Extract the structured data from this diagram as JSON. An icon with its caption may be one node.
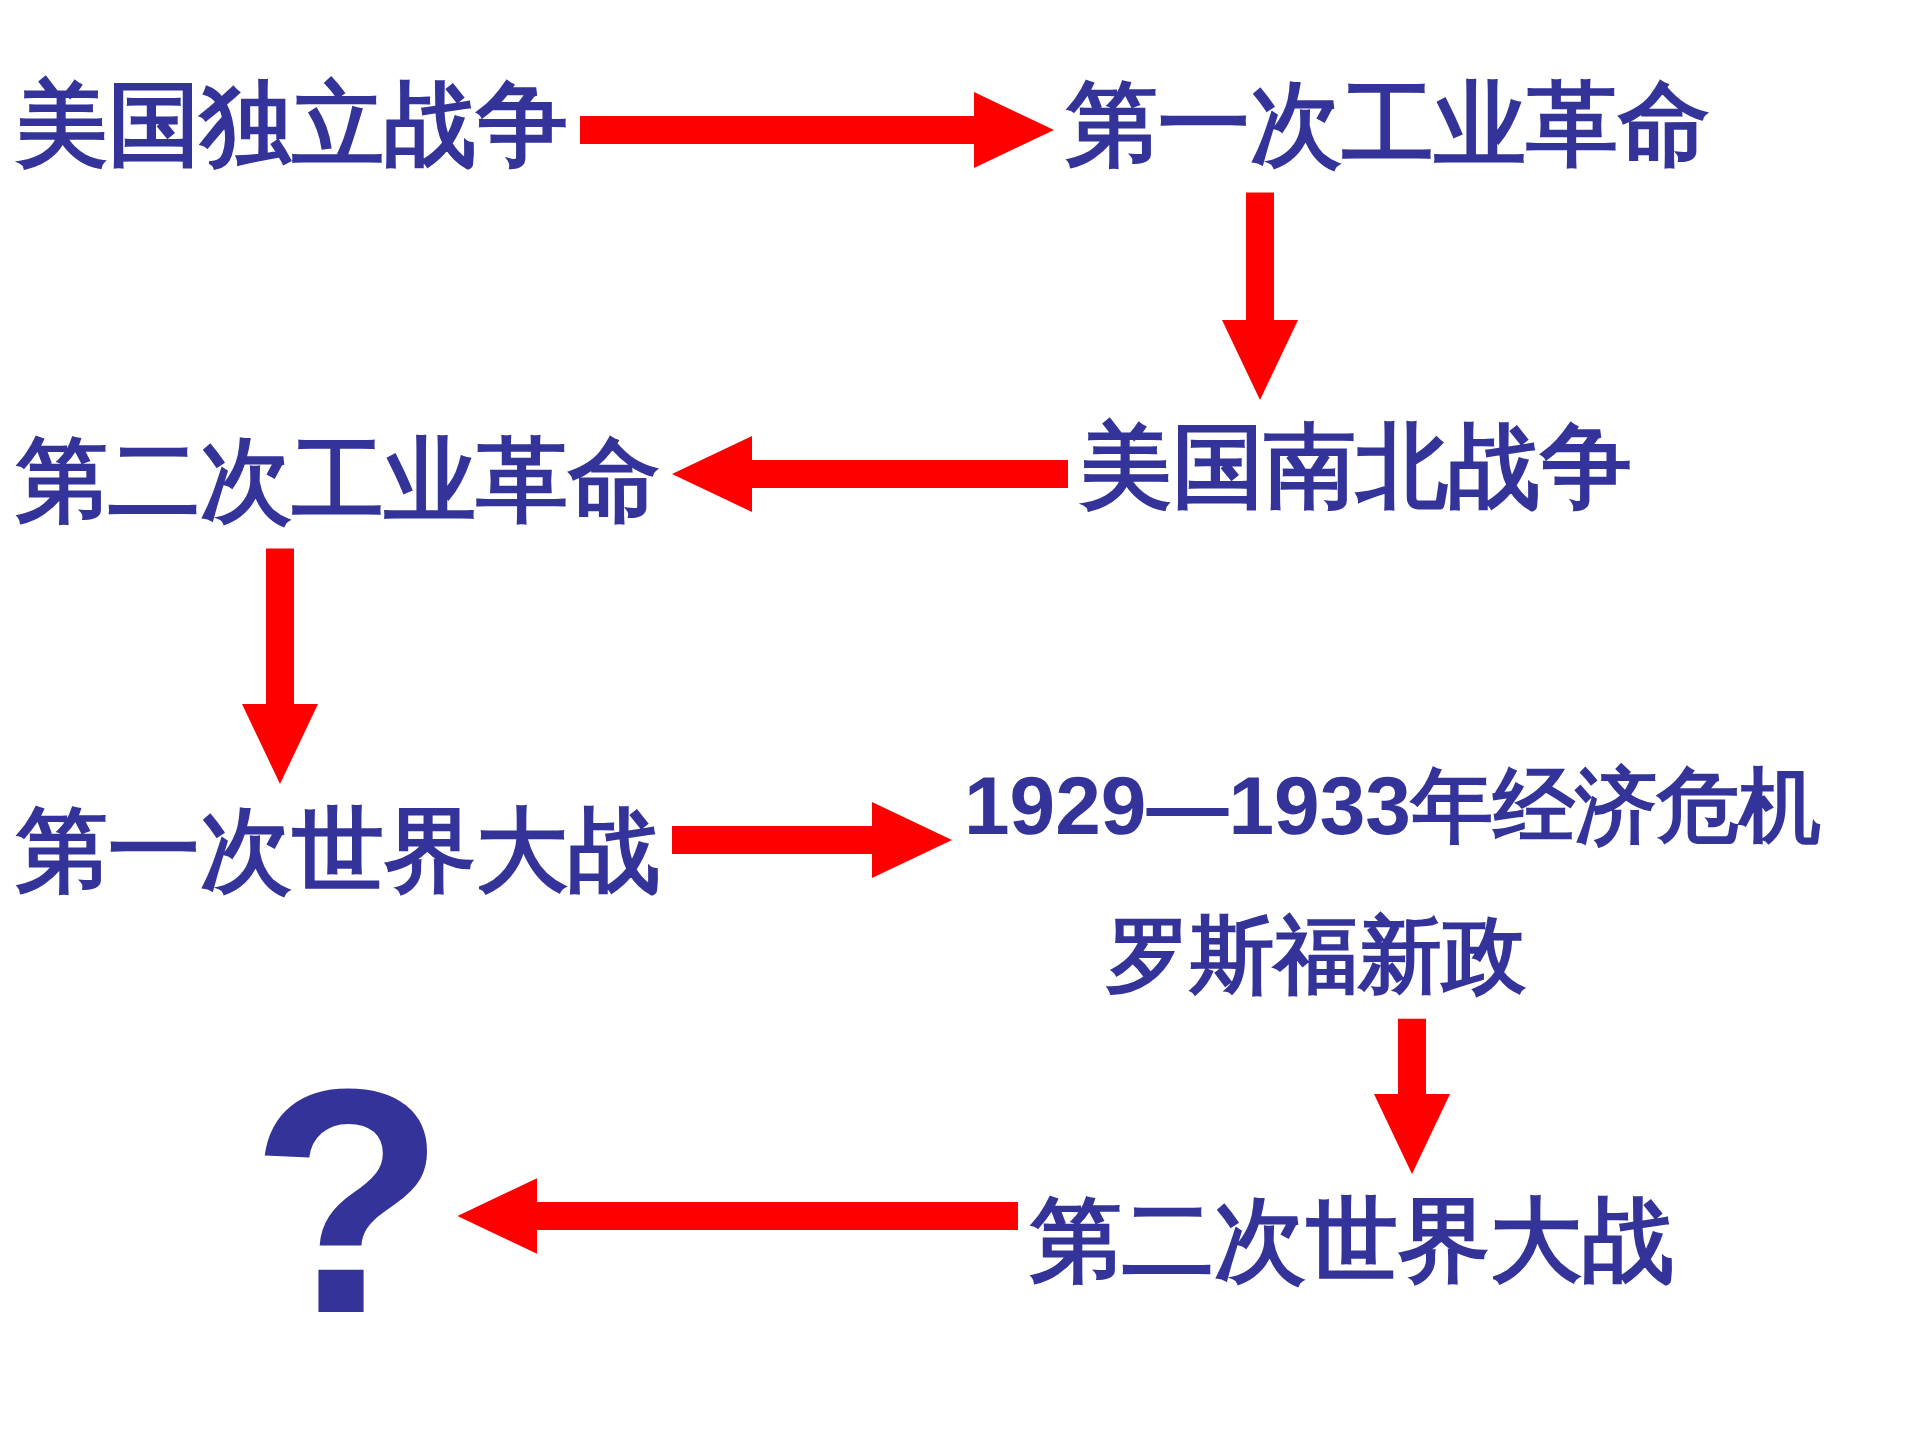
{
  "diagram": {
    "nodes": [
      {
        "text": [
          "美国独立战争"
        ]
      },
      {
        "text": [
          "第一次工业革命"
        ]
      },
      {
        "text": [
          "美国南北战争"
        ]
      },
      {
        "text": [
          "第二次工业革命"
        ]
      },
      {
        "text": [
          "第一次世界大战"
        ]
      },
      {
        "text": [
          "1929—1933年经济危机"
        ]
      },
      {
        "text": [
          "罗斯福新政"
        ]
      },
      {
        "text": [
          "第二次世界大战"
        ]
      },
      {
        "text": [
          "?"
        ]
      }
    ],
    "edges": [
      {
        "from": 0,
        "to": 1,
        "arrow": "to"
      },
      {
        "from": 1,
        "to": 2,
        "arrow": "to"
      },
      {
        "from": 2,
        "to": 3,
        "arrow": "to"
      },
      {
        "from": 3,
        "to": 4,
        "arrow": "to"
      },
      {
        "from": 4,
        "to": 5,
        "arrow": "to"
      },
      {
        "from": 6,
        "to": 7,
        "arrow": "to"
      },
      {
        "from": 7,
        "to": 8,
        "arrow": "to"
      }
    ]
  }
}
